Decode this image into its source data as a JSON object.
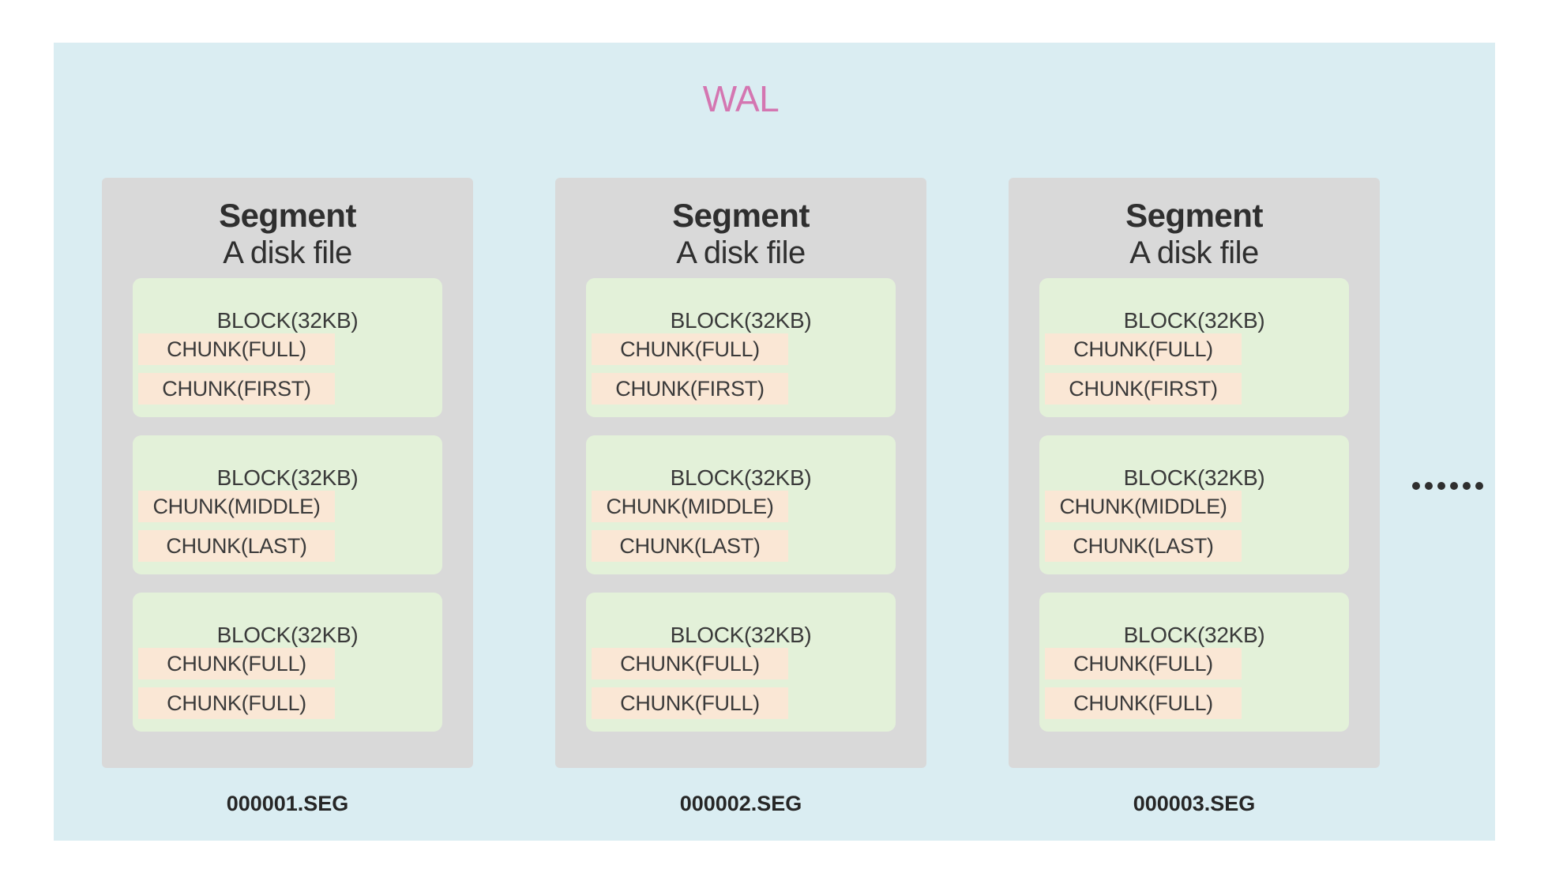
{
  "diagram_title": "WAL",
  "colors": {
    "page_background": "#ffffff",
    "container_background": "#daedf2",
    "segment_background": "#d9d9d9",
    "block_background": "#e3f1d9",
    "chunk_background": "#fae7d5",
    "title_pink": "#d476b1",
    "text_dark": "#3a3a3a"
  },
  "segments": [
    {
      "title": "Segment",
      "subtitle": "A disk file",
      "filename": "000001.SEG",
      "blocks": [
        {
          "label": "BLOCK(32KB)",
          "chunks": [
            "CHUNK(FULL)",
            "CHUNK(FIRST)"
          ]
        },
        {
          "label": "BLOCK(32KB)",
          "chunks": [
            "CHUNK(MIDDLE)",
            "CHUNK(LAST)"
          ]
        },
        {
          "label": "BLOCK(32KB)",
          "chunks": [
            "CHUNK(FULL)",
            "CHUNK(FULL)"
          ]
        }
      ]
    },
    {
      "title": "Segment",
      "subtitle": "A disk file",
      "filename": "000002.SEG",
      "blocks": [
        {
          "label": "BLOCK(32KB)",
          "chunks": [
            "CHUNK(FULL)",
            "CHUNK(FIRST)"
          ]
        },
        {
          "label": "BLOCK(32KB)",
          "chunks": [
            "CHUNK(MIDDLE)",
            "CHUNK(LAST)"
          ]
        },
        {
          "label": "BLOCK(32KB)",
          "chunks": [
            "CHUNK(FULL)",
            "CHUNK(FULL)"
          ]
        }
      ]
    },
    {
      "title": "Segment",
      "subtitle": "A disk file",
      "filename": "000003.SEG",
      "blocks": [
        {
          "label": "BLOCK(32KB)",
          "chunks": [
            "CHUNK(FULL)",
            "CHUNK(FIRST)"
          ]
        },
        {
          "label": "BLOCK(32KB)",
          "chunks": [
            "CHUNK(MIDDLE)",
            "CHUNK(LAST)"
          ]
        },
        {
          "label": "BLOCK(32KB)",
          "chunks": [
            "CHUNK(FULL)",
            "CHUNK(FULL)"
          ]
        }
      ]
    }
  ],
  "more_segments_indicator": {
    "dot_count": 6
  }
}
